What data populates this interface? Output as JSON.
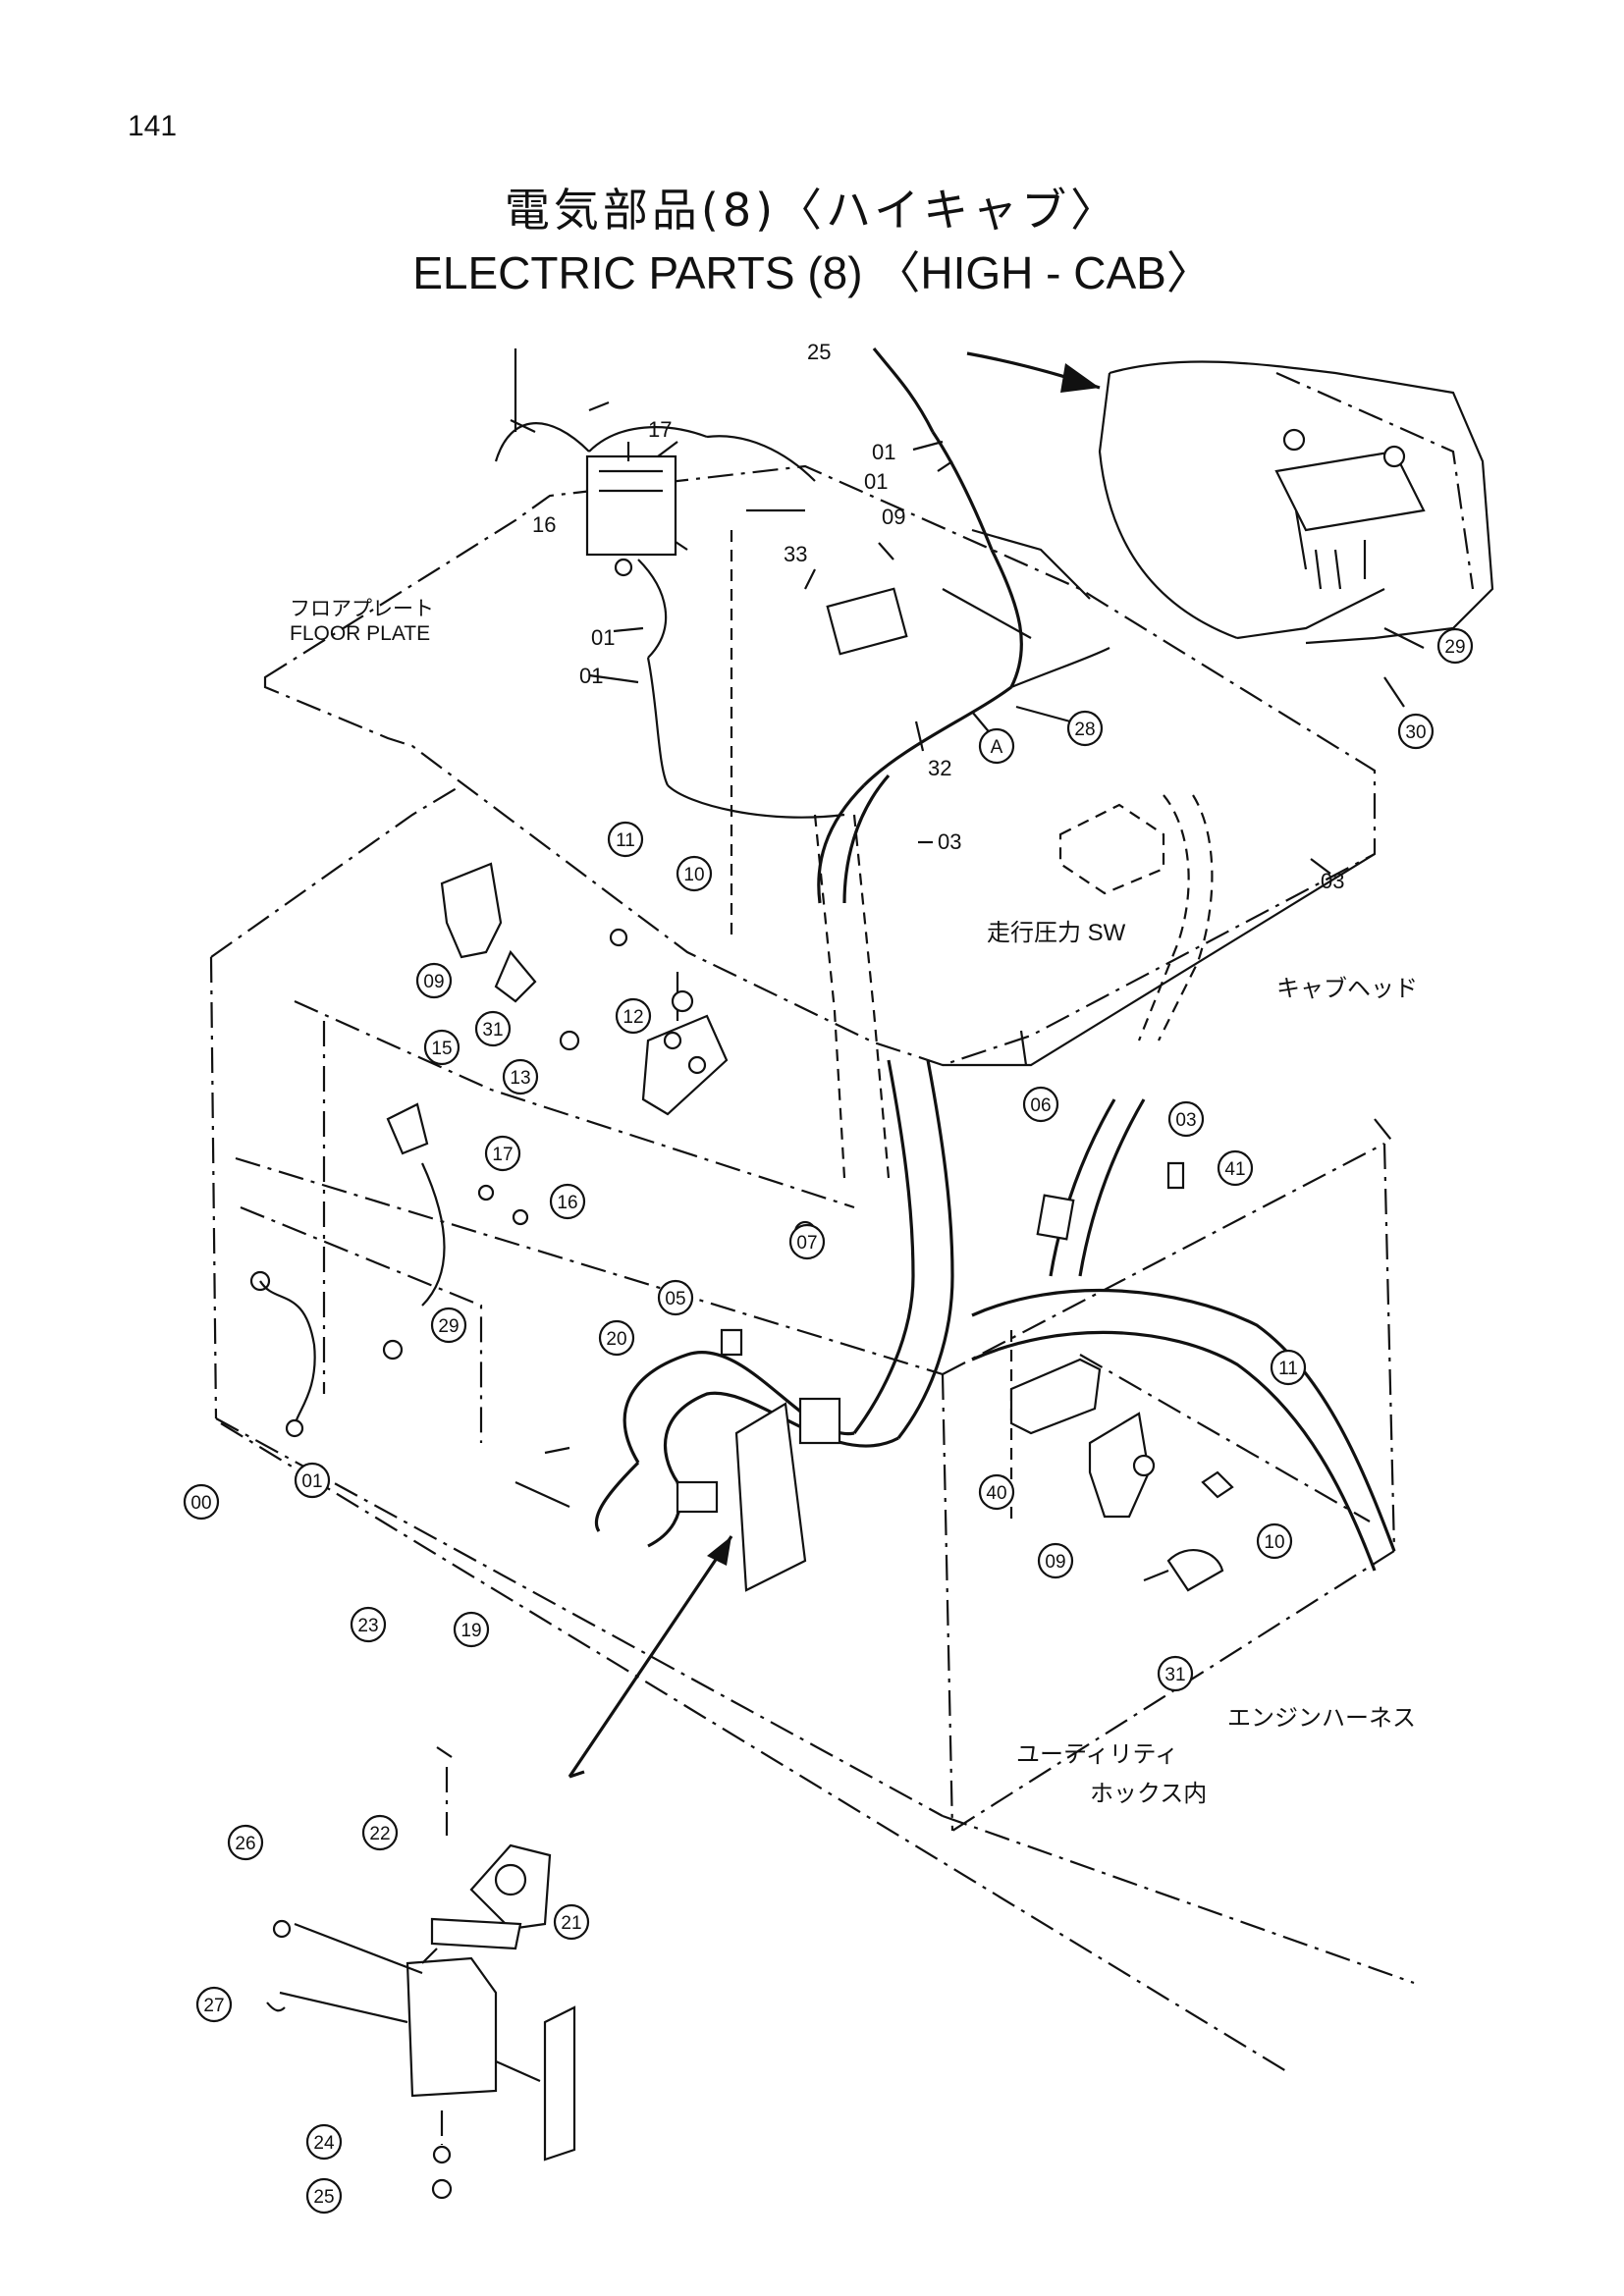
{
  "page_number": "141",
  "title_jp": "電気部品(8)〈ハイキャブ〉",
  "title_en": "ELECTRIC   PARTS (8) 〈HIGH - CAB〉",
  "annotations": {
    "floor_plate_jp": "フロアプレート",
    "floor_plate_en": "FLOOR PLATE",
    "travel_pressure_sw": "走行圧力 SW",
    "cab_head": "キャブヘッド",
    "engine_harness": "エンジンハーネス",
    "utility_box_1": "ユーティリティ",
    "utility_box_2": "ホックス内"
  },
  "callouts": {
    "c00": "00",
    "c01": "01",
    "c03": "03",
    "c05": "05",
    "c06": "06",
    "c07": "07",
    "c09a": "09",
    "c09b": "09",
    "c10a": "10",
    "c10b": "10",
    "c11a": "11",
    "c11b": "11",
    "c12": "12",
    "c13": "13",
    "c15": "15",
    "c16": "16",
    "c17": "17",
    "c19": "19",
    "c20": "20",
    "c21": "21",
    "c22": "22",
    "c23": "23",
    "c24": "24",
    "c25": "25",
    "c26": "26",
    "c27": "27",
    "c28": "28",
    "c29a": "29",
    "c29b": "29",
    "c30": "30",
    "c31a": "31",
    "c31b": "31",
    "c40": "40",
    "c41": "41",
    "cA": "A"
  },
  "plain_labels": {
    "p17": "17",
    "p16": "16",
    "p25": "25",
    "p01a": "01",
    "p01b": "01",
    "p01c": "01",
    "p01d": "01",
    "p09": "09",
    "p33": "33",
    "p32": "32",
    "p03a": "03",
    "p03b": "03"
  }
}
